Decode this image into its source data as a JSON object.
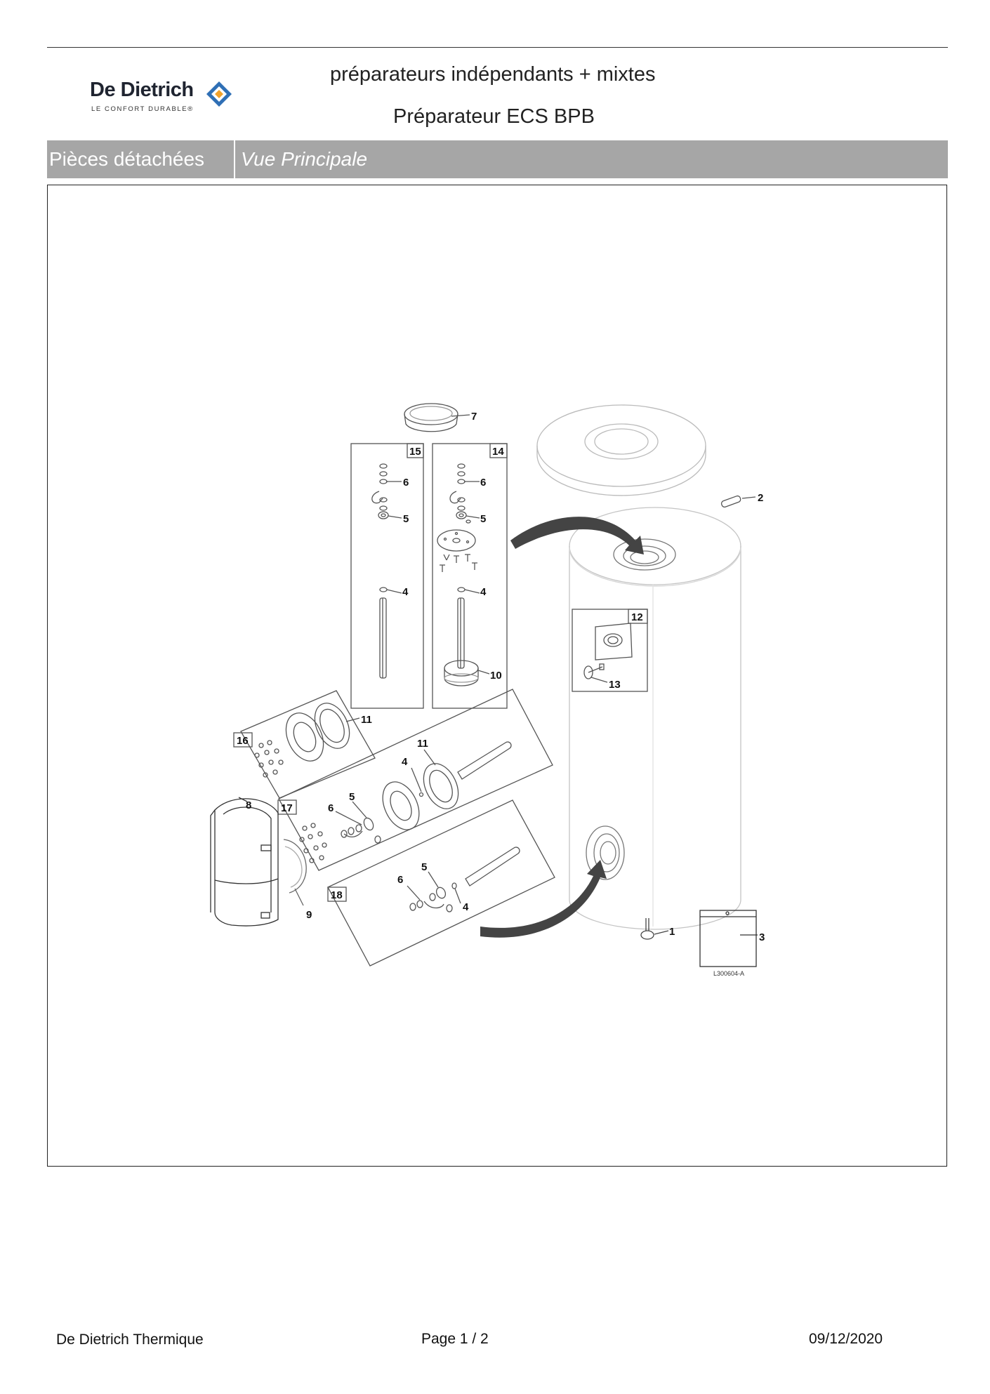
{
  "header": {
    "brand": "De Dietrich",
    "tagline": "LE CONFORT DURABLE®",
    "title_line1": "préparateurs indépendants + mixtes",
    "title_line2": "Préparateur ECS BPB"
  },
  "band": {
    "section": "Pièces détachées",
    "view": "Vue Principale"
  },
  "diagram": {
    "part_numbers": [
      "1",
      "2",
      "3",
      "4",
      "5",
      "6",
      "7",
      "8",
      "9",
      "10",
      "11",
      "12",
      "13",
      "14",
      "15",
      "16",
      "17",
      "18"
    ],
    "labels": {
      "p1": "1",
      "p2": "2",
      "p3": "3",
      "p4a": "4",
      "p4b": "4",
      "p4c": "4",
      "p4d": "4",
      "p5a": "5",
      "p5b": "5",
      "p5c": "5",
      "p5d": "5",
      "p6a": "6",
      "p6b": "6",
      "p6c": "6",
      "p6d": "6",
      "p7": "7",
      "p8": "8",
      "p9": "9",
      "p10": "10",
      "p11a": "11",
      "p11b": "11",
      "p12": "12",
      "p13": "13",
      "p14": "14",
      "p15": "15",
      "p16": "16",
      "p17": "17",
      "p18": "18"
    },
    "reference_code": "L300604-A"
  },
  "footer": {
    "company": "De Dietrich Thermique",
    "page": "Page   1  /  2",
    "date": "09/12/2020"
  }
}
